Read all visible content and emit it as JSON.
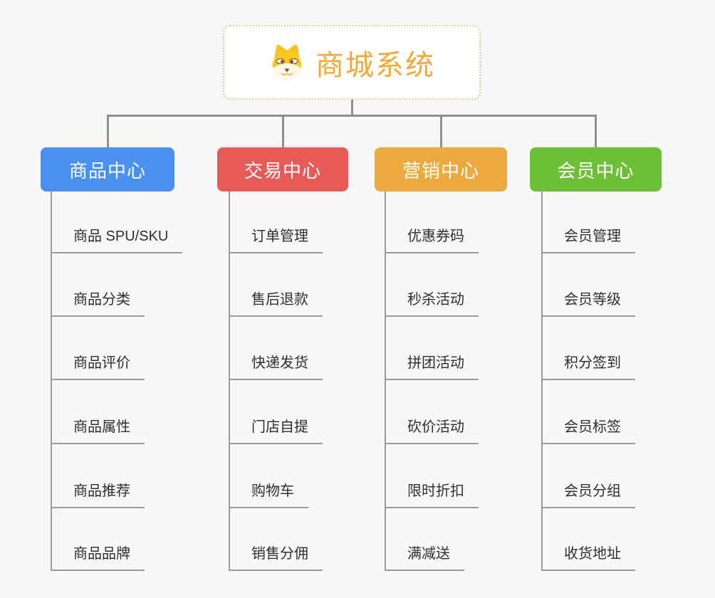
{
  "root": {
    "title": "商城系统",
    "icon": "shiba-dog-icon",
    "title_color": "#f2a93c",
    "border_color": "#f5c98f",
    "background": "#ffffff"
  },
  "branches": [
    {
      "label": "商品中心",
      "color": "#4a90f0",
      "children": [
        "商品 SPU/SKU",
        "商品分类",
        "商品评价",
        "商品属性",
        "商品推荐",
        "商品品牌"
      ]
    },
    {
      "label": "交易中心",
      "color": "#e65b57",
      "children": [
        "订单管理",
        "售后退款",
        "快递发货",
        "门店自提",
        "购物车",
        "销售分佣"
      ]
    },
    {
      "label": "营销中心",
      "color": "#ecaa3e",
      "children": [
        "优惠券码",
        "秒杀活动",
        "拼团活动",
        "砍价活动",
        "限时折扣",
        "满减送"
      ]
    },
    {
      "label": "会员中心",
      "color": "#6dbf37",
      "children": [
        "会员管理",
        "会员等级",
        "积分签到",
        "会员标签",
        "会员分组",
        "收货地址"
      ]
    }
  ],
  "colors": {
    "canvas_background": "#f8f8f8",
    "connector_line": "#8f8f8f",
    "leaf_underline": "#9b9b9b",
    "leaf_text": "#2e2e2e",
    "branch_text": "#ffffff"
  }
}
